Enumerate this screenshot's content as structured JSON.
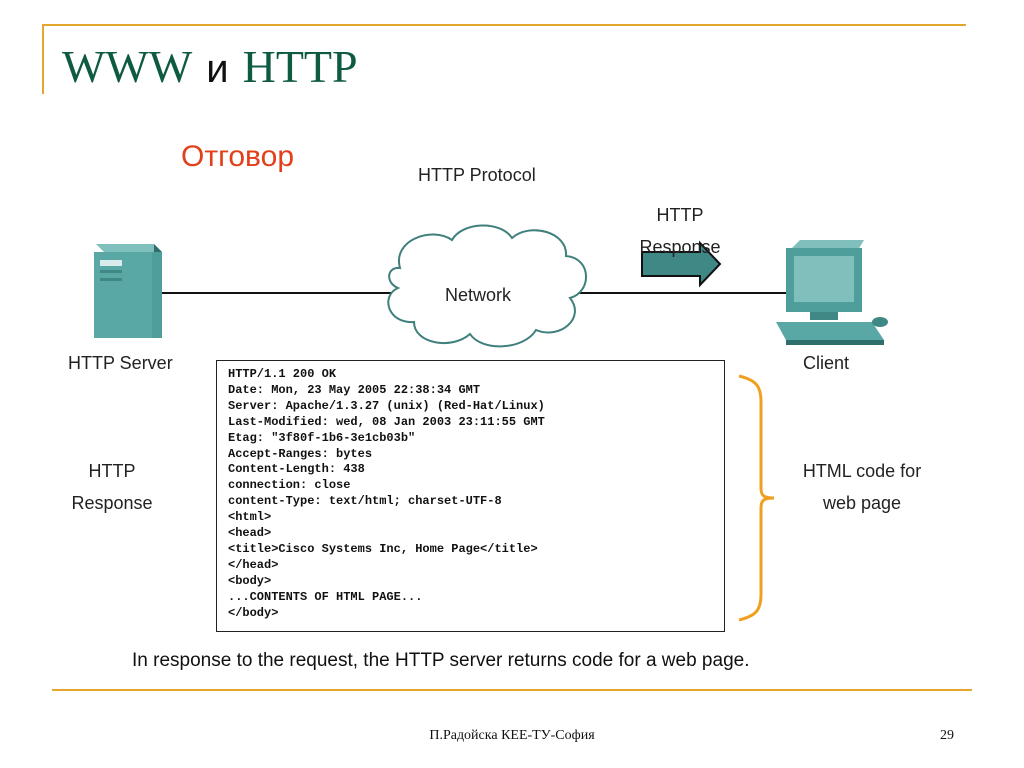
{
  "slide": {
    "title_left": "WWW",
    "title_mid": "и",
    "title_right": "HTTP",
    "subtitle": "Отговор",
    "protocol_label": "HTTP Protocol",
    "response_arrow_label": [
      "HTTP",
      "Response"
    ],
    "network_label": "Network",
    "server_label": "HTTP Server",
    "client_label": "Client",
    "left_response_label": [
      "HTTP",
      "Response"
    ],
    "html_code_label": [
      "HTML code for",
      "web page"
    ],
    "code_lines": [
      "HTTP/1.1 200 OK",
      "Date: Mon, 23 May 2005 22:38:34 GMT",
      "Server: Apache/1.3.27 (unix) (Red-Hat/Linux)",
      "Last-Modified: wed, 08 Jan 2003 23:11:55 GMT",
      "Etag: \"3f80f-1b6-3e1cb03b\"",
      "Accept-Ranges: bytes",
      "Content-Length: 438",
      "connection: close",
      "content-Type: text/html; charset-UTF-8",
      "<html>",
      "<head>",
      "<title>Cisco Systems Inc, Home Page</title>",
      "</head>",
      "<body>",
      "...CONTENTS OF HTML PAGE...",
      "</body>"
    ],
    "caption": "In response to the request,  the HTTP server returns code for a web page.",
    "footer": "П.Радойска КЕЕ-ТУ-София",
    "page_number": "29"
  },
  "colors": {
    "accent_rule": "#E3A72F",
    "title": "#0F5A43",
    "subtitle": "#E2401A",
    "device_teal": "#4E9E9B",
    "bracket": "#F0A020"
  }
}
